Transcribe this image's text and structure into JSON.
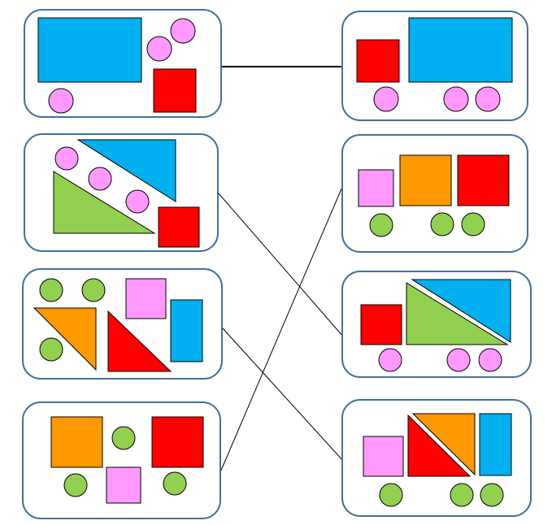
{
  "colors": {
    "card_border": "#41719c",
    "card_fill": "#ffffff",
    "blue": "#00b0f0",
    "red": "#ff0000",
    "pink": "#ff99ff",
    "green": "#92d050",
    "orange": "#ff9900",
    "line": "#000000"
  },
  "cards": {
    "left": [
      {
        "id": "left-card-1",
        "contents": [
          "blue-rectangle",
          "pink-circle",
          "pink-circle",
          "pink-circle",
          "red-square"
        ]
      },
      {
        "id": "left-card-2",
        "contents": [
          "blue-triangle",
          "green-triangle",
          "pink-circle",
          "pink-circle",
          "pink-circle",
          "red-square"
        ]
      },
      {
        "id": "left-card-3",
        "contents": [
          "green-circle",
          "green-circle",
          "green-circle",
          "pink-square",
          "orange-triangle",
          "red-triangle",
          "blue-rectangle"
        ]
      },
      {
        "id": "left-card-4",
        "contents": [
          "orange-square",
          "green-circle",
          "red-square",
          "green-circle",
          "pink-square",
          "green-circle"
        ]
      }
    ],
    "right": [
      {
        "id": "right-card-1",
        "contents": [
          "red-square",
          "blue-rectangle",
          "pink-circle",
          "pink-circle",
          "pink-circle"
        ]
      },
      {
        "id": "right-card-2",
        "contents": [
          "pink-square",
          "orange-square",
          "red-square",
          "green-circle",
          "green-circle",
          "green-circle"
        ]
      },
      {
        "id": "right-card-3",
        "contents": [
          "red-square",
          "green-triangle",
          "blue-triangle",
          "pink-circle",
          "pink-circle",
          "pink-circle"
        ]
      },
      {
        "id": "right-card-4",
        "contents": [
          "pink-square",
          "red-triangle",
          "orange-triangle",
          "blue-rectangle",
          "green-circle",
          "green-circle",
          "green-circle"
        ]
      }
    ]
  },
  "connections": [
    {
      "from": "left-card-1",
      "to": "right-card-1"
    },
    {
      "from": "left-card-2",
      "to": "right-card-3"
    },
    {
      "from": "left-card-3",
      "to": "right-card-4"
    },
    {
      "from": "left-card-4",
      "to": "right-card-2"
    }
  ]
}
